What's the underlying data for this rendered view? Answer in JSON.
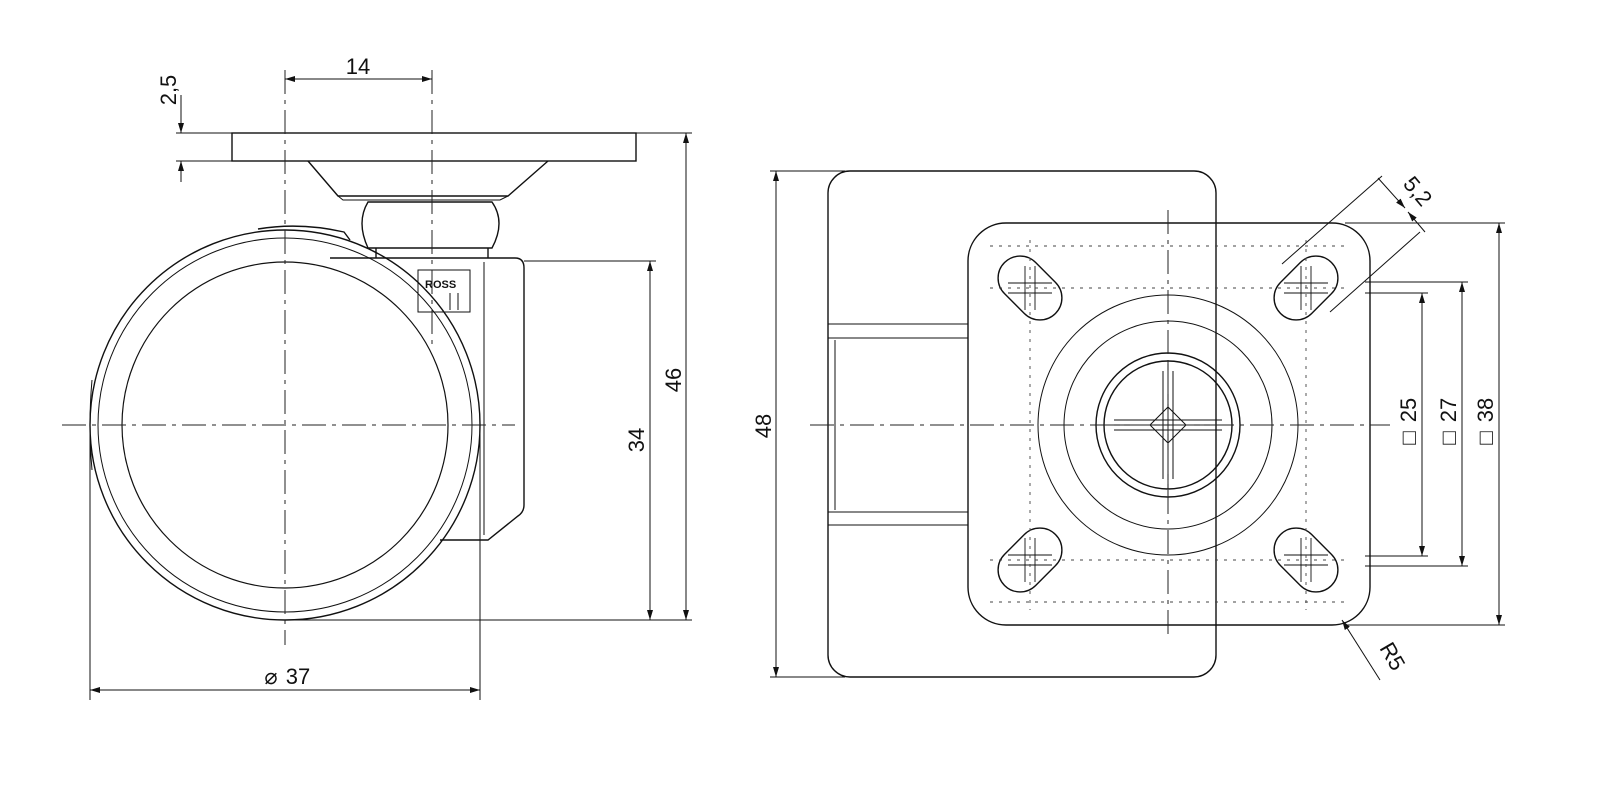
{
  "side_view": {
    "dim_plate_thickness": "2,5",
    "dim_offset": "14",
    "dim_total_height": "46",
    "dim_stem_height": "34",
    "dim_wheel_diameter": "37",
    "diameter_symbol": "⌀",
    "brand_mark": "ROSS"
  },
  "top_view": {
    "dim_width": "48",
    "dim_hole_diameter": "5,2",
    "dim_square_25": "25",
    "dim_square_27": "27",
    "dim_square_38": "38",
    "square_symbol": "□",
    "dim_corner_radius": "R5"
  },
  "colors": {
    "line": "#111111",
    "thin": "#333333",
    "center": "#222222"
  }
}
